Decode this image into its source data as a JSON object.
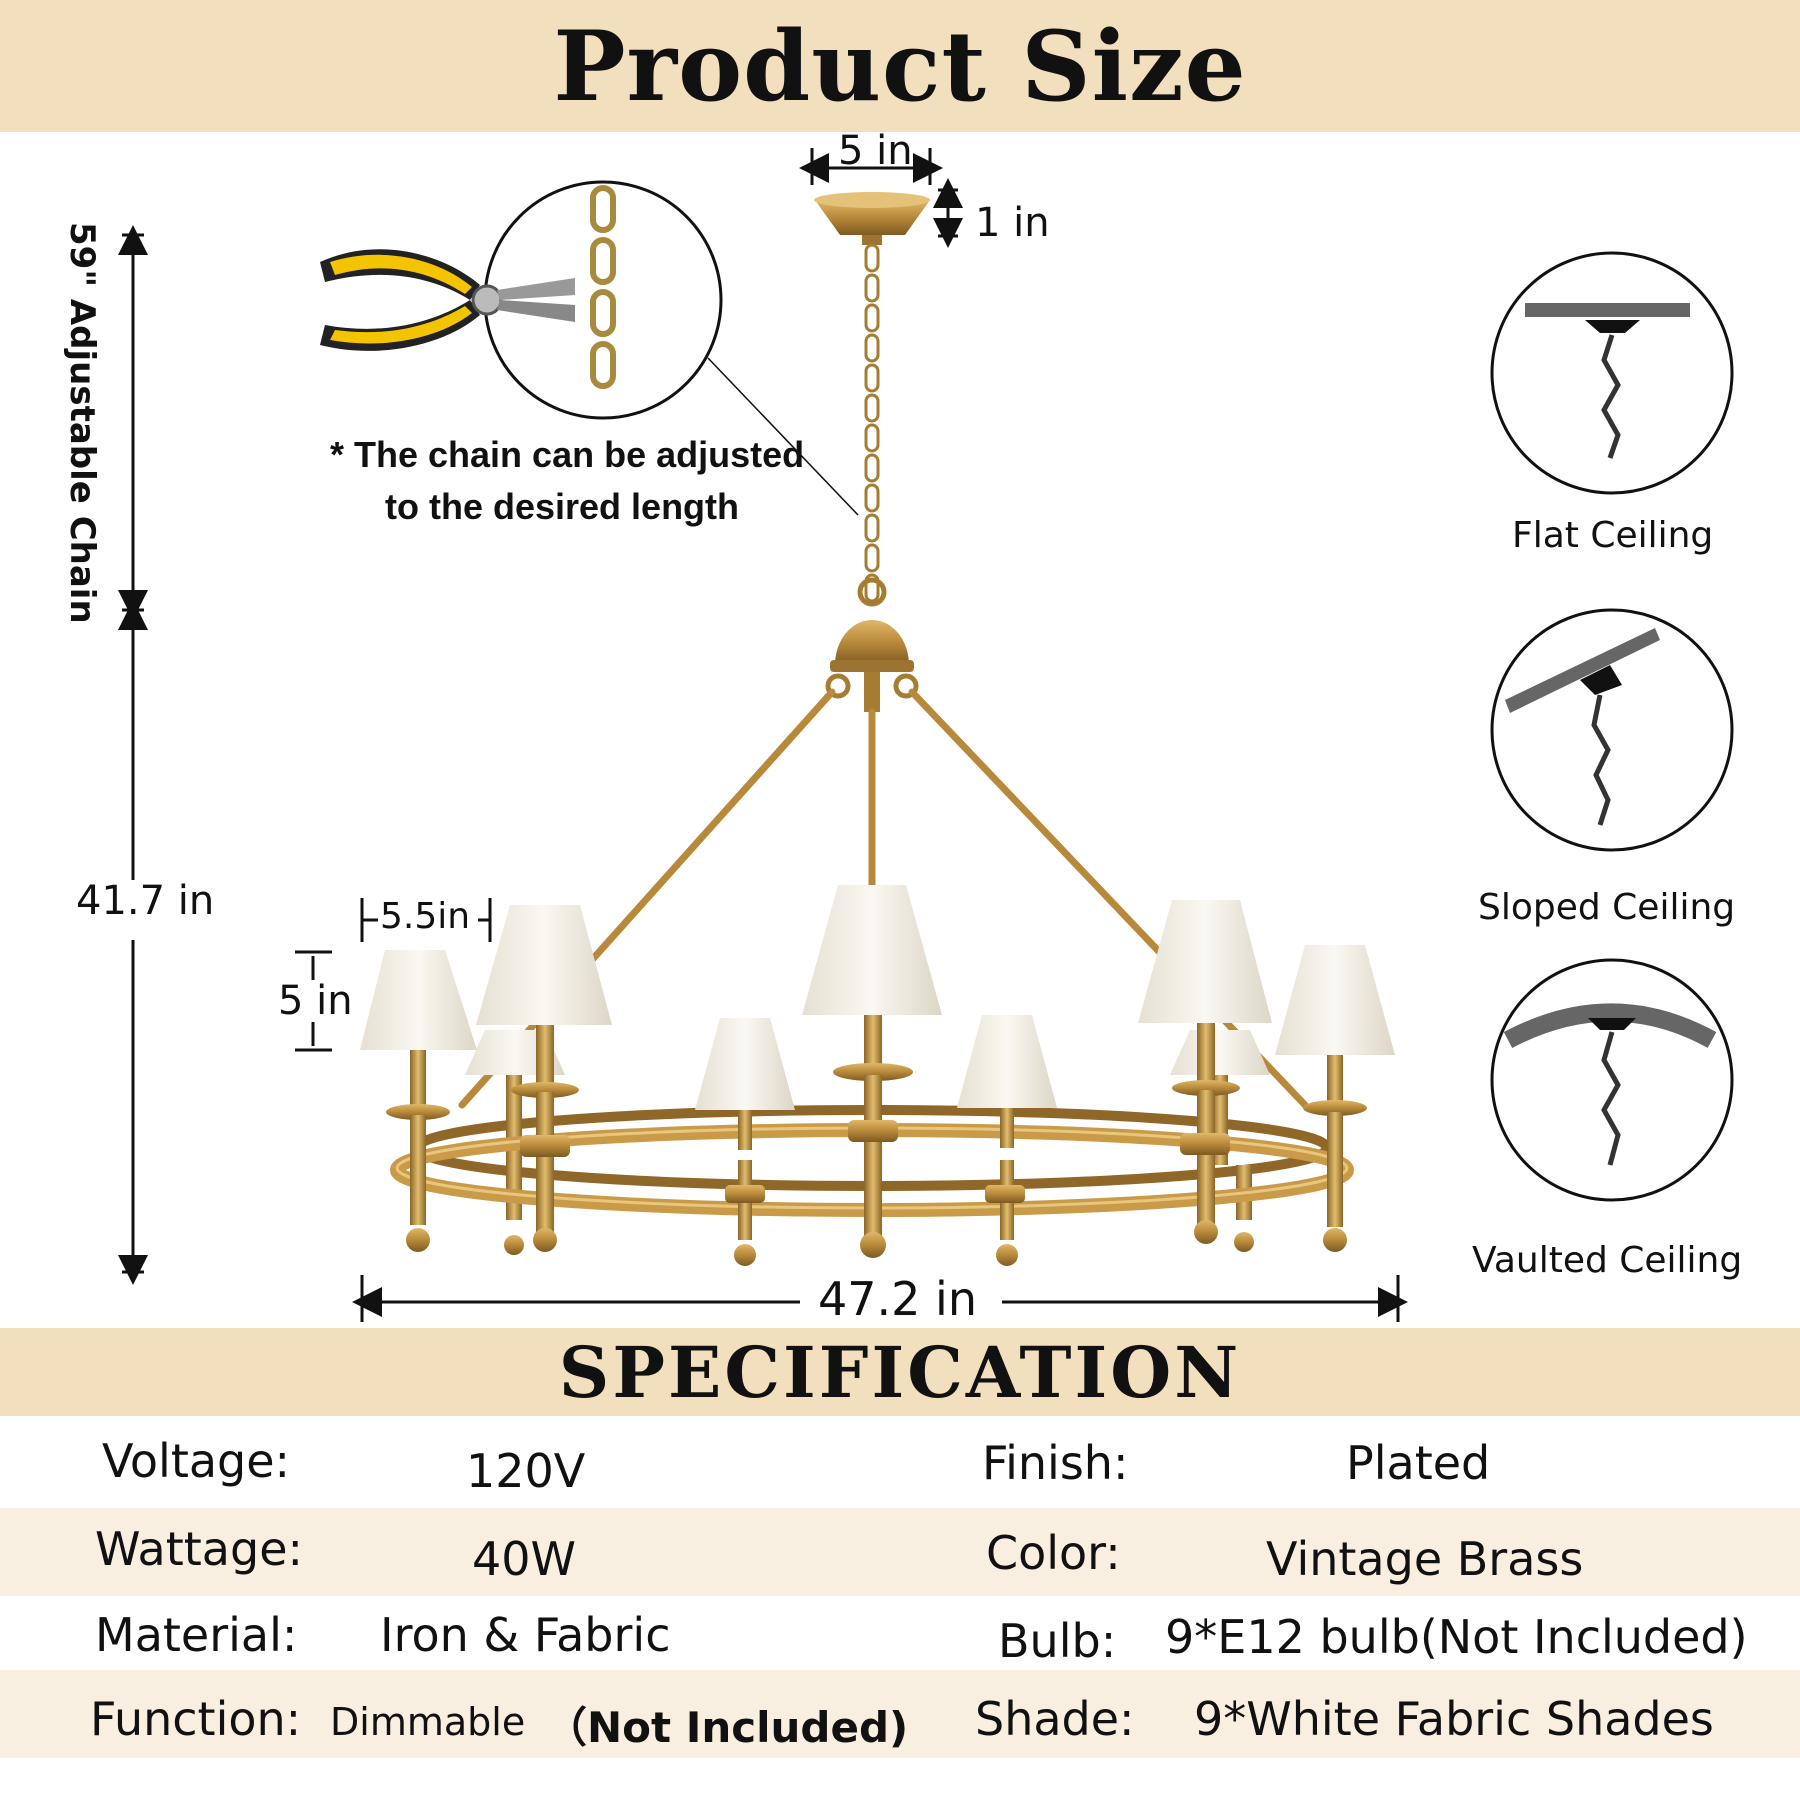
{
  "header": {
    "title": "Product Size"
  },
  "dimensions": {
    "canopy_width": "5 in",
    "canopy_height": "1 in",
    "chain_length": "59\" Adjustable Chain",
    "body_height": "41.7 in",
    "shade_width": "5.5in",
    "shade_height": "5 in",
    "overall_width": "47.2 in"
  },
  "chain_note": {
    "line1": "* The chain can be adjusted",
    "line2": "to the desired length"
  },
  "ceilings": [
    {
      "label": "Flat Ceiling"
    },
    {
      "label": "Sloped Ceiling"
    },
    {
      "label": "Vaulted Ceiling"
    }
  ],
  "spec_section": {
    "title": "SPECIFICATION"
  },
  "specs": {
    "voltage": {
      "label": "Voltage:",
      "value": "120V"
    },
    "wattage": {
      "label": "Wattage:",
      "value": "40W"
    },
    "material": {
      "label": "Material:",
      "value": "Iron & Fabric"
    },
    "function": {
      "label": "Function:",
      "value": "Dimmable",
      "value_extra": "（Not Included)"
    },
    "finish": {
      "label": "Finish:",
      "value": "Plated"
    },
    "color": {
      "label": "Color:",
      "value": "Vintage Brass"
    },
    "bulb": {
      "label": "Bulb:",
      "value": "9*E12 bulb(Not Included)"
    },
    "shade": {
      "label": "Shade:",
      "value": "9*White Fabric Shades"
    }
  },
  "colors": {
    "band": "#f2dfbe",
    "stripe": "#f8efe0",
    "brass": "#b8893a",
    "shade": "#f1ede4"
  }
}
